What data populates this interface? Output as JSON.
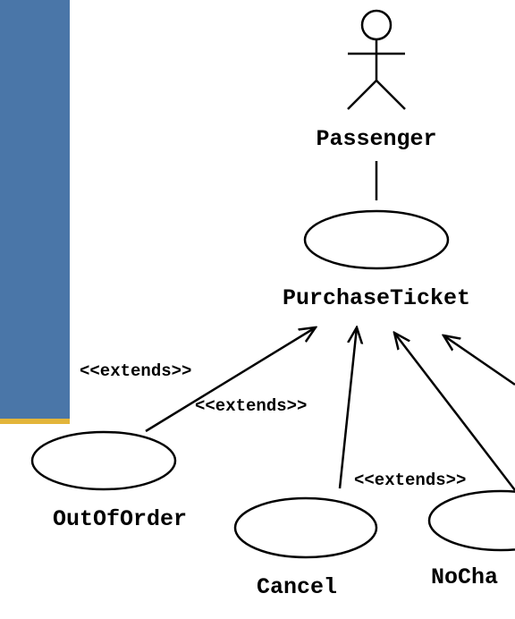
{
  "diagram": {
    "actor": {
      "name": "Passenger"
    },
    "use_cases": {
      "main": "PurchaseTicket",
      "out_of_order": "OutOfOrder",
      "cancel": "Cancel",
      "no_change": "NoCha"
    },
    "relations": {
      "extends_out_of_order": "<<extends>>",
      "extends_cancel": "<<extends>>",
      "extends_no_change": "<<extends>>"
    },
    "colors": {
      "sidebar": "#4a76a8",
      "sidebar_accent": "#e3b53a"
    }
  }
}
